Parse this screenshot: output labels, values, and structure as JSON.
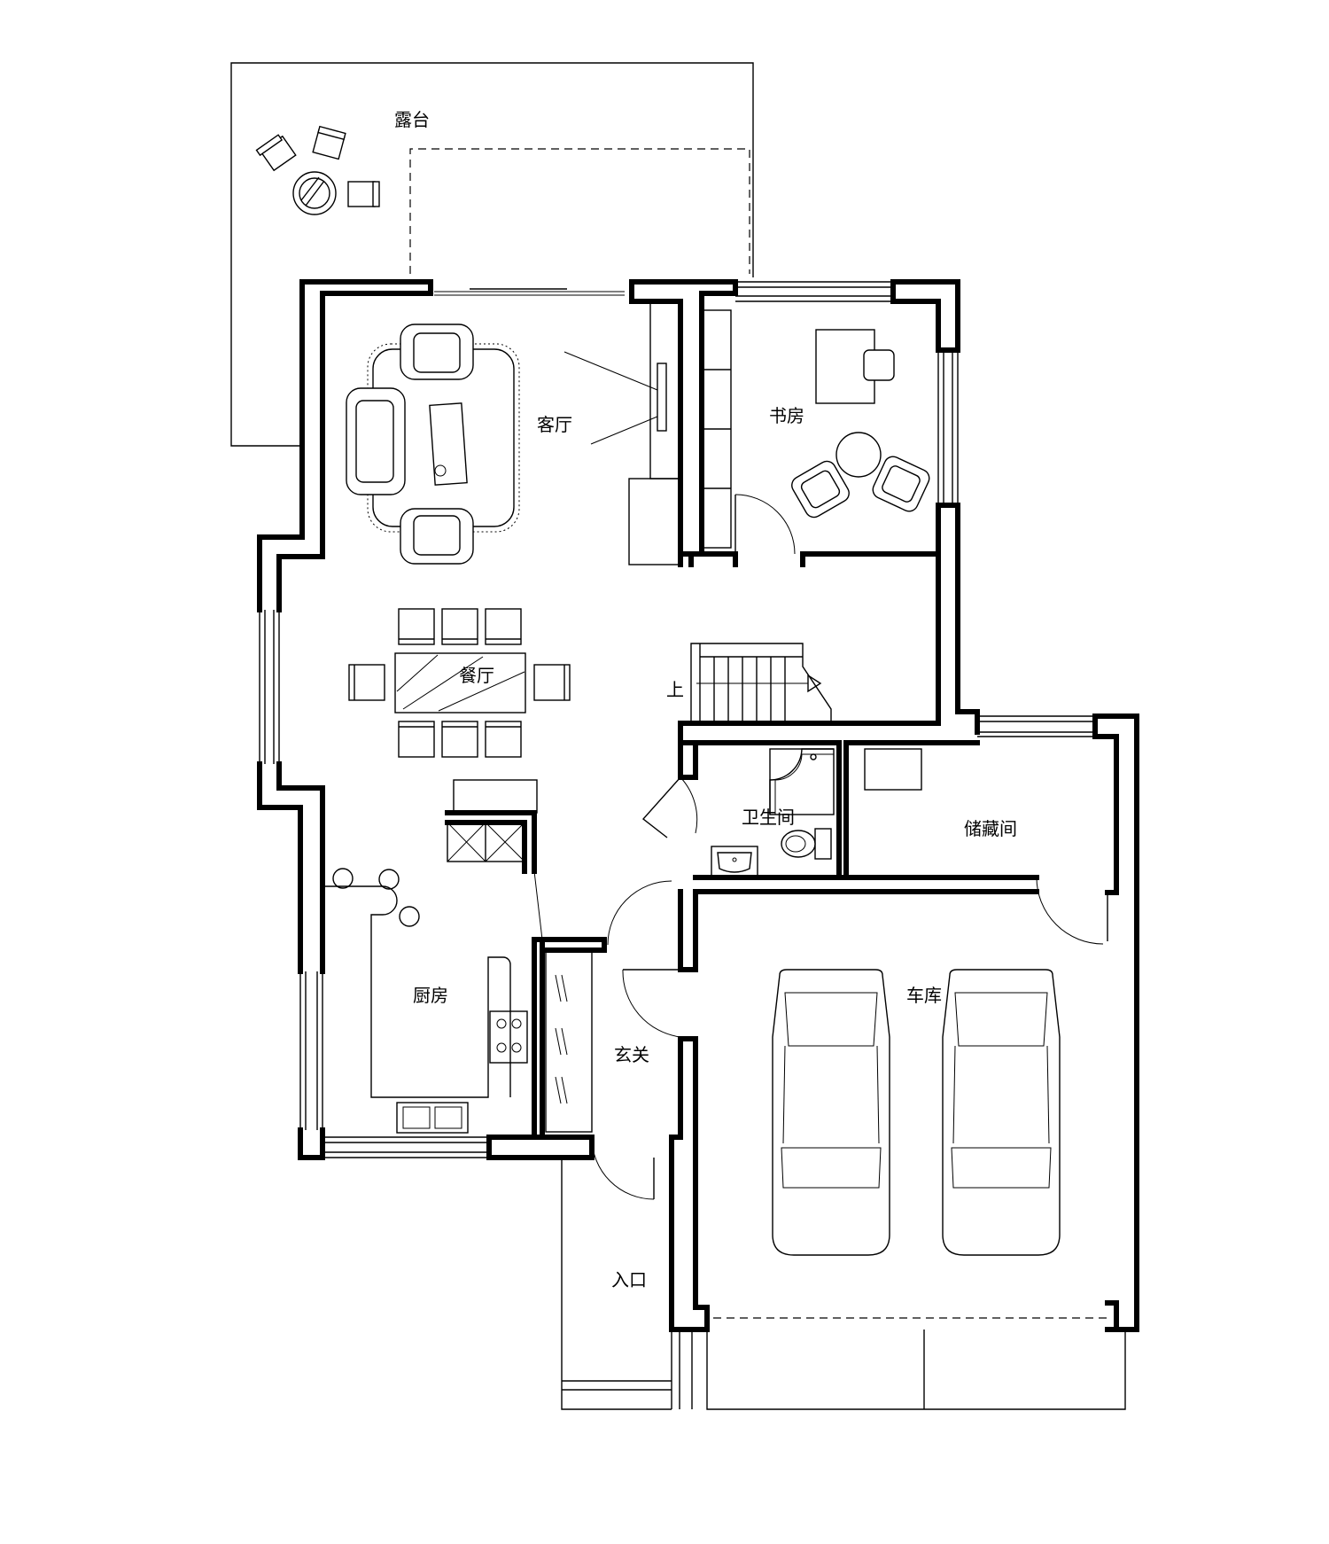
{
  "rooms": {
    "terrace": "露台",
    "living_room": "客厅",
    "study": "书房",
    "dining_room": "餐厅",
    "stair_up": "上",
    "bathroom": "卫生间",
    "storage": "储藏间",
    "kitchen": "厨房",
    "foyer": "玄关",
    "garage": "车库",
    "entrance": "入口"
  }
}
